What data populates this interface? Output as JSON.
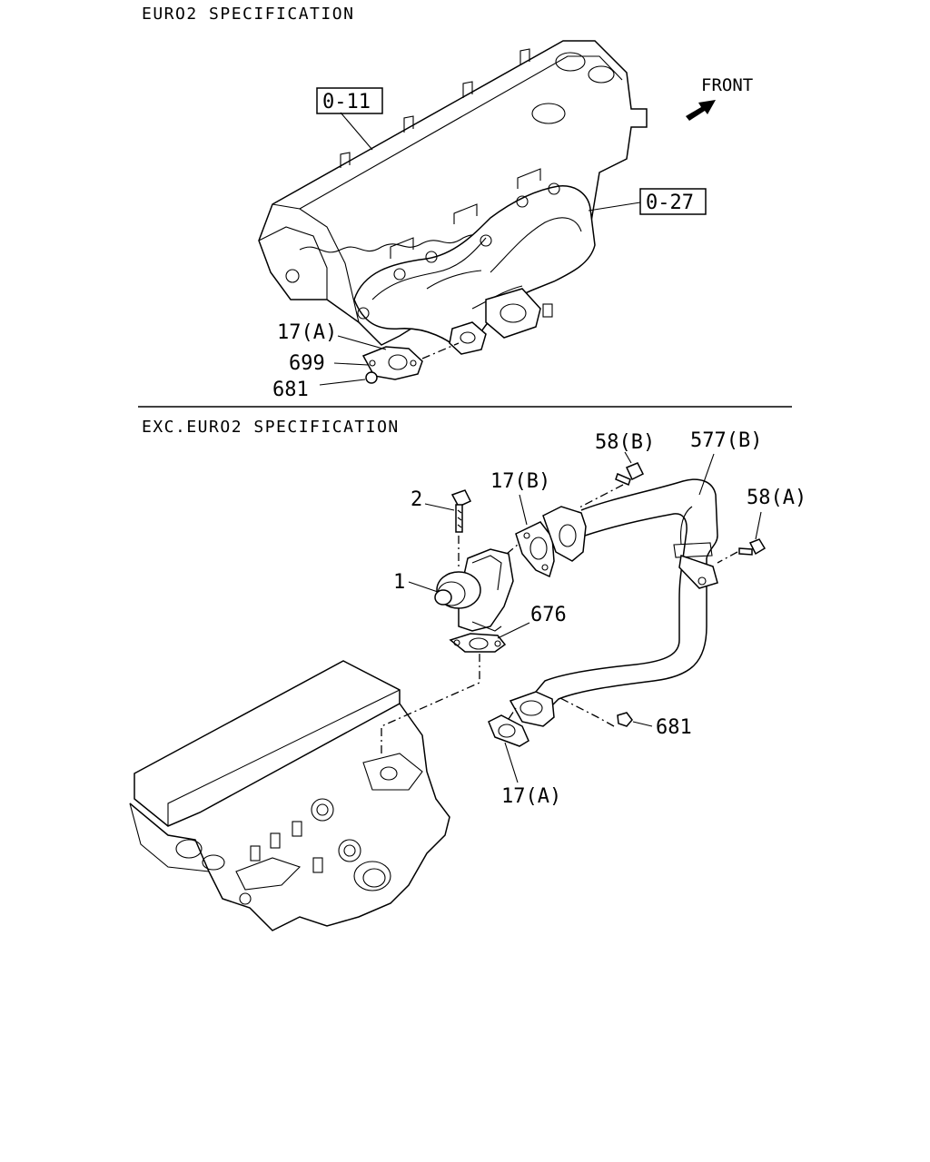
{
  "sections": {
    "top_heading": "EURO2 SPECIFICATION",
    "bottom_heading": "EXC.EURO2 SPECIFICATION"
  },
  "direction": {
    "front": "FRONT"
  },
  "refs": {
    "cylinder_head": "0-11",
    "exhaust_manifold": "0-27"
  },
  "callouts_top": {
    "gasket": "17(A)",
    "stud": "699",
    "nut": "681"
  },
  "callouts_bottom": {
    "egr_valve": "1",
    "bolt": "2",
    "gasket_b": "17(B)",
    "bolt_b": "58(B)",
    "pipe": "577(B)",
    "bolt_a": "58(A)",
    "gasket_676": "676",
    "nut": "681",
    "gasket_a": "17(A)"
  }
}
